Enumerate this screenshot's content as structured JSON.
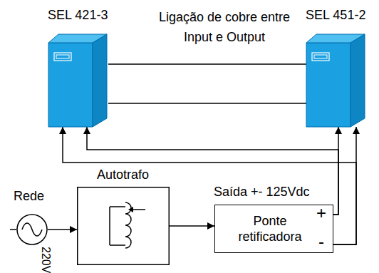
{
  "diagram": {
    "nodes": [
      {
        "text": [
          "SEL 421-3"
        ]
      },
      {
        "text": [
          "SEL 451-2"
        ]
      },
      {
        "text": [
          "Rede",
          "220V"
        ]
      },
      {
        "text": [
          "Autotrafo"
        ]
      },
      {
        "text": [
          "Ponte retificadora"
        ]
      }
    ],
    "edges": [
      {
        "from": 0,
        "to": 1,
        "arrow": "none"
      },
      {
        "from": 0,
        "to": 1,
        "arrow": "none"
      },
      {
        "from": 2,
        "to": 3,
        "arrow": "to"
      },
      {
        "from": 3,
        "to": 4,
        "arrow": "to"
      },
      {
        "from": 4,
        "to": 1,
        "arrow": "to"
      },
      {
        "from": 4,
        "to": 0,
        "arrow": "to"
      },
      {
        "from": 4,
        "to": 1,
        "arrow": "to"
      },
      {
        "from": 4,
        "to": 0,
        "arrow": "to"
      }
    ],
    "labels": [
      "Ligação de cobre entre Input e Output",
      "Saída +- 125Vdc",
      "+",
      "-"
    ]
  }
}
